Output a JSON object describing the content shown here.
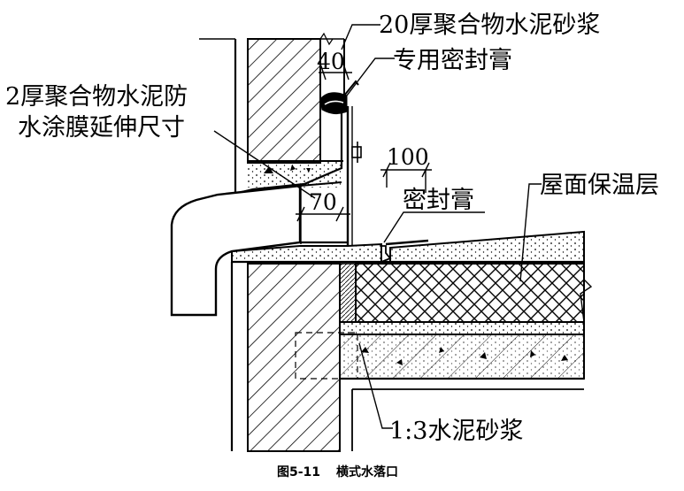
{
  "labels": {
    "mortar_20": "20厚聚合物水泥砂浆",
    "sealant_special": "专用密封膏",
    "membrane_line1": "2厚聚合物水泥防",
    "membrane_line2": "水涂膜延伸尺寸",
    "insulation": "屋面保温层",
    "sealant": "密封膏",
    "mortar_13": "1:3水泥砂浆"
  },
  "dimensions": {
    "d40": "40",
    "d100": "100",
    "d70": "70"
  },
  "caption": {
    "number": "图5-11",
    "title": "横式水落口"
  }
}
